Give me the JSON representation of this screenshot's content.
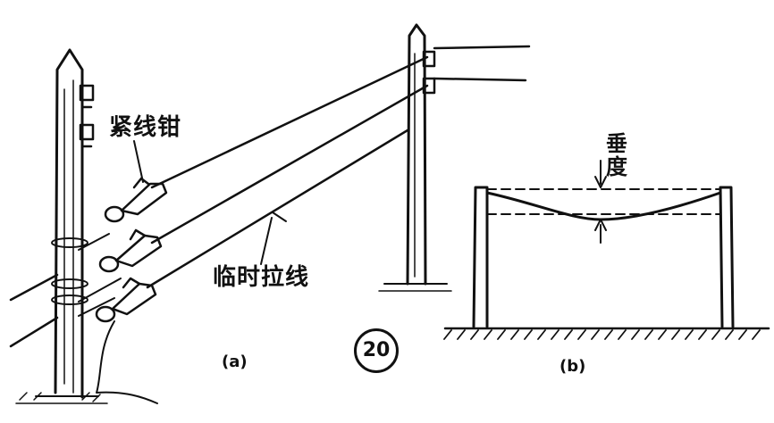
{
  "labels": {
    "tensioner": "紧线钳",
    "temporary_guy": "临时拉线",
    "sag_line1": "垂",
    "sag_line2": "度",
    "subfig_a": "(a)",
    "subfig_b": "(b)",
    "figure_number": "20"
  },
  "colors": {
    "ink": "#111111",
    "paper": "#ffffff"
  }
}
